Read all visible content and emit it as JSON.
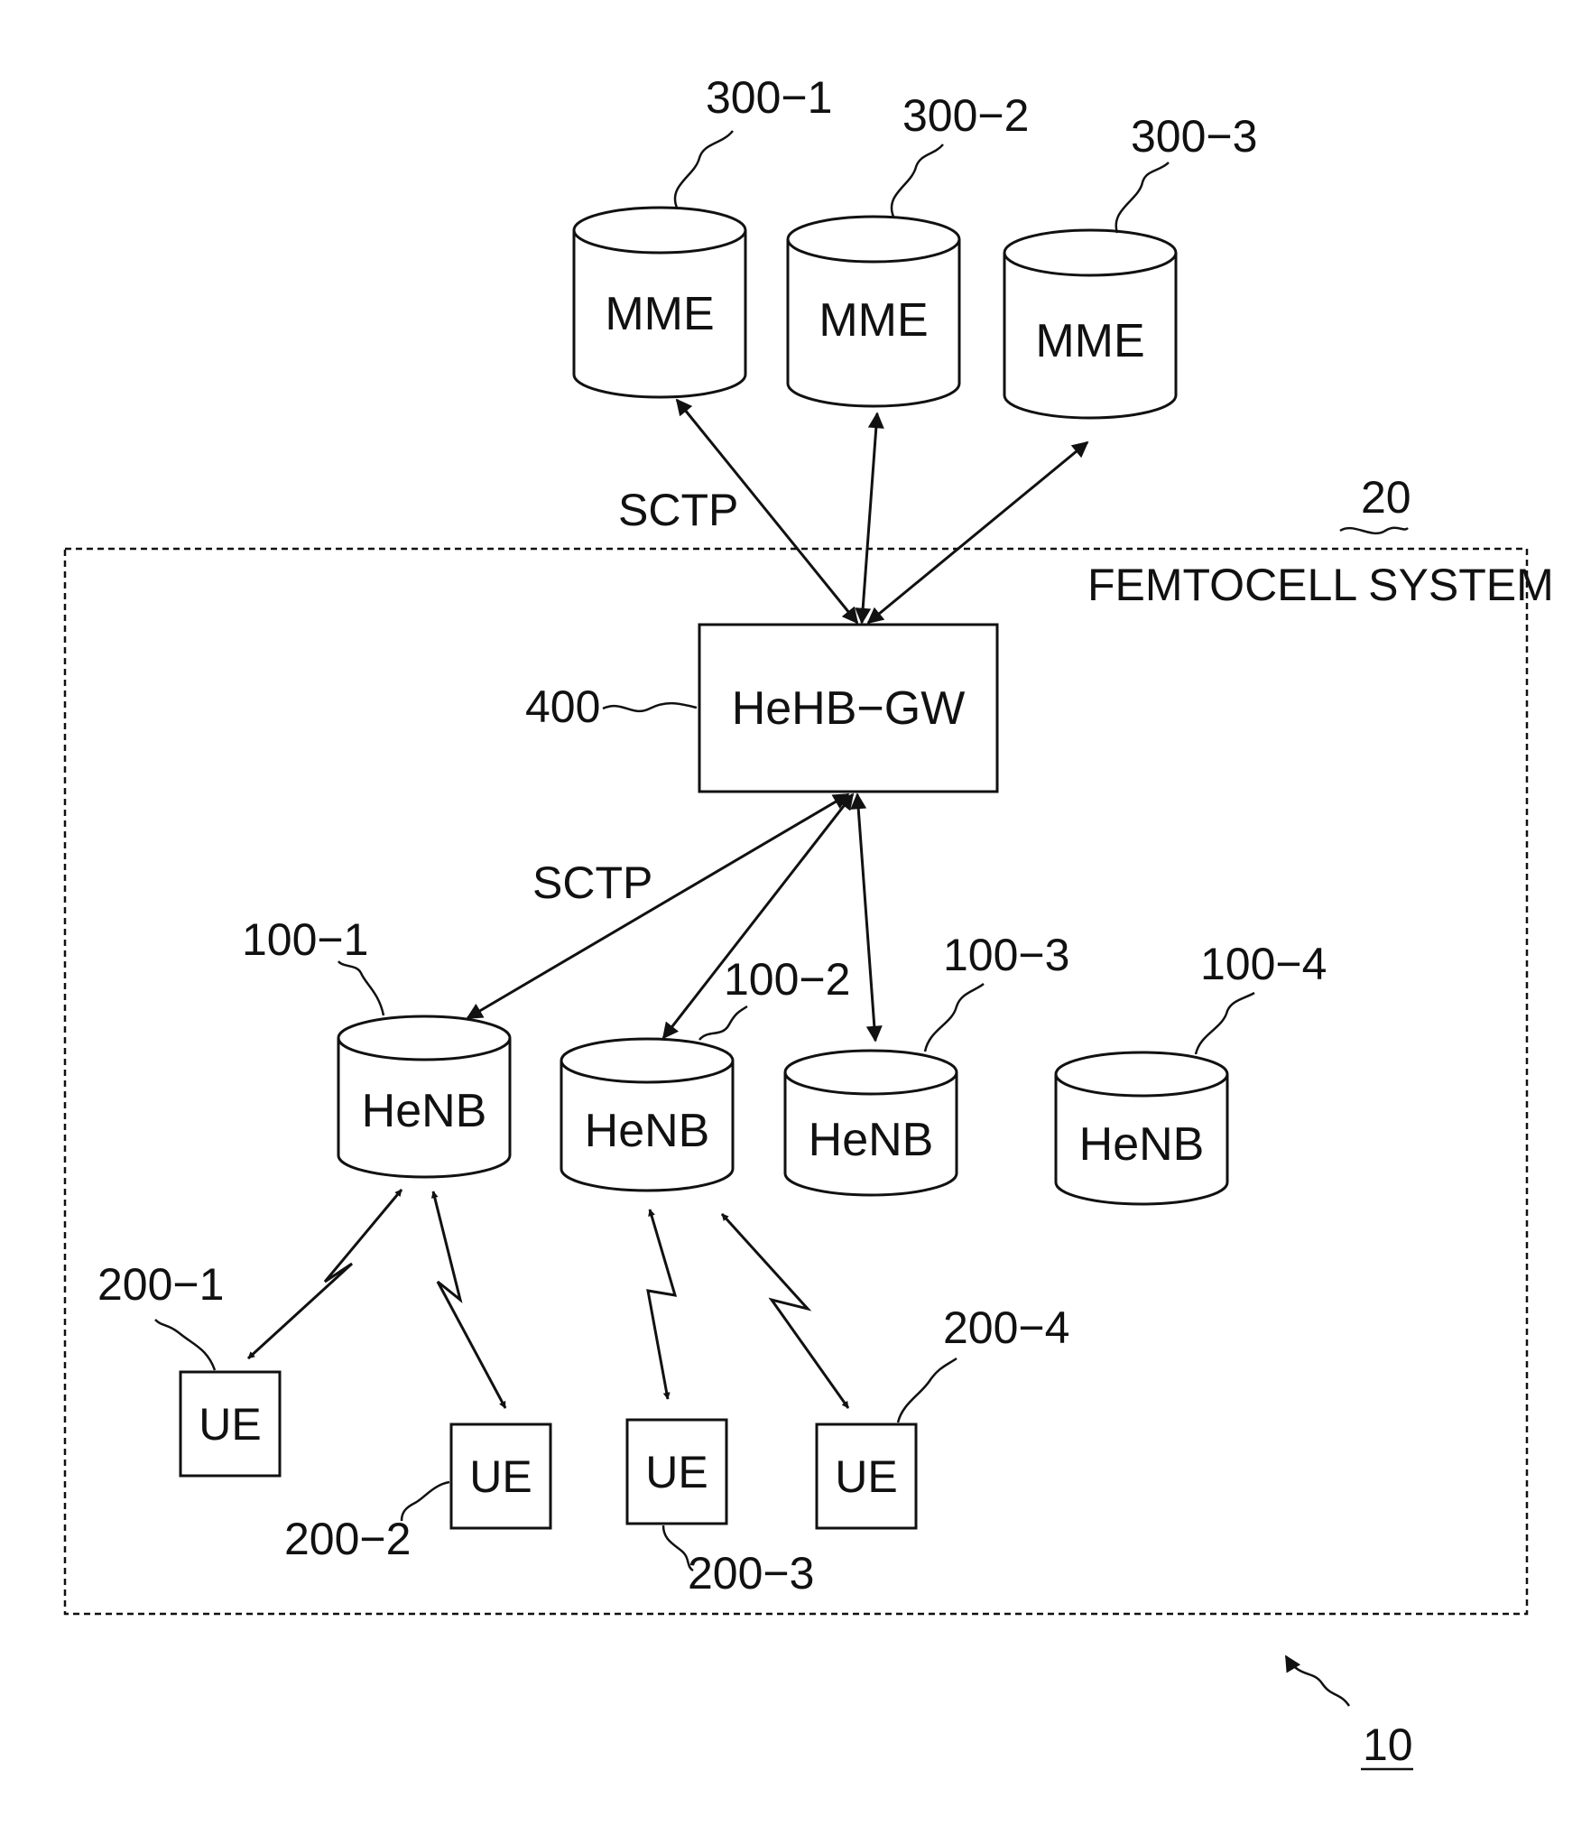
{
  "system": {
    "label": "FEMTOCELL SYSTEM",
    "ref": "20"
  },
  "figure_ref": "10",
  "protocol_labels": {
    "upper": "SCTP",
    "lower": "SCTP"
  },
  "gateway": {
    "label": "HeHB−GW",
    "ref": "400"
  },
  "mmes": [
    {
      "label": "MME",
      "ref": "300−1"
    },
    {
      "label": "MME",
      "ref": "300−2"
    },
    {
      "label": "MME",
      "ref": "300−3"
    }
  ],
  "henbs": [
    {
      "label": "HeNB",
      "ref": "100−1"
    },
    {
      "label": "HeNB",
      "ref": "100−2"
    },
    {
      "label": "HeNB",
      "ref": "100−3"
    },
    {
      "label": "HeNB",
      "ref": "100−4"
    }
  ],
  "ues": [
    {
      "label": "UE",
      "ref": "200−1"
    },
    {
      "label": "UE",
      "ref": "200−2"
    },
    {
      "label": "UE",
      "ref": "200−3"
    },
    {
      "label": "UE",
      "ref": "200−4"
    }
  ]
}
